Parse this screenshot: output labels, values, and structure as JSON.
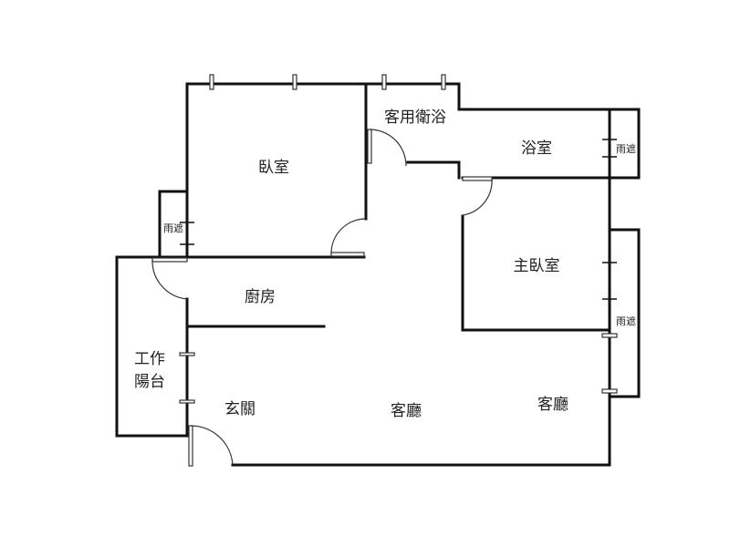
{
  "rooms": {
    "bedroom": "臥室",
    "guest_bath": "客用衛浴",
    "bathroom": "浴室",
    "master_bedroom": "主臥室",
    "kitchen": "廚房",
    "service_balcony_line1": "工作",
    "service_balcony_line2": "陽台",
    "entrance": "玄關",
    "living_room": "客廳",
    "living_room_2": "客廳",
    "canopy_1": "雨遮",
    "canopy_2": "雨遮",
    "canopy_3": "雨遮"
  }
}
